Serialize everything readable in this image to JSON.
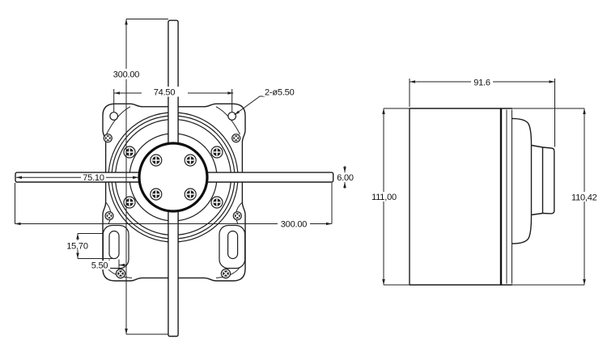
{
  "drawing": {
    "title": "motor-two-view-dimension-drawing",
    "front_view": {
      "dims": {
        "wire_top_length": "300.00",
        "hole_spacing": "74.50",
        "holes_callout": "2-ø5.50",
        "wire_left_length": "75.10",
        "wire_diameter": "6.00",
        "wire_span_length": "300.00",
        "slot_length": "15,70",
        "slot_width": "5.50"
      }
    },
    "side_view": {
      "dims": {
        "body_length": "91.6",
        "left_height": "111,00",
        "right_height": "110,42"
      }
    }
  }
}
